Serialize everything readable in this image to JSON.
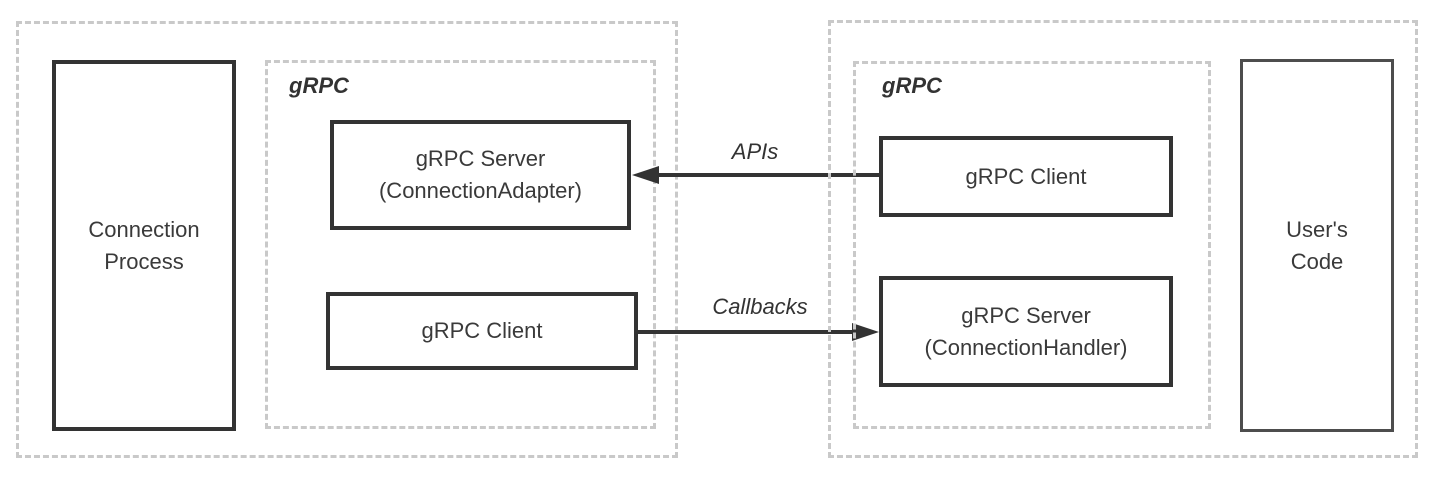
{
  "diagram": {
    "left_group": {
      "connection_process_label": "Connection Process",
      "grpc_label": "gRPC",
      "server_box": {
        "line1": "gRPC Server",
        "line2": "(ConnectionAdapter)"
      },
      "client_box_label": "gRPC Client"
    },
    "right_group": {
      "grpc_label": "gRPC",
      "client_box_label": "gRPC Client",
      "server_box": {
        "line1": "gRPC Server",
        "line2": "(ConnectionHandler)"
      },
      "users_code_label": "User's Code"
    },
    "arrows": {
      "apis": {
        "label": "APIs",
        "direction": "right-to-left"
      },
      "callbacks": {
        "label": "Callbacks",
        "direction": "left-to-right"
      }
    },
    "colors": {
      "solid_border": "#333333",
      "dashed_border": "#c9c9c9",
      "text": "#383838",
      "background": "#ffffff"
    }
  }
}
